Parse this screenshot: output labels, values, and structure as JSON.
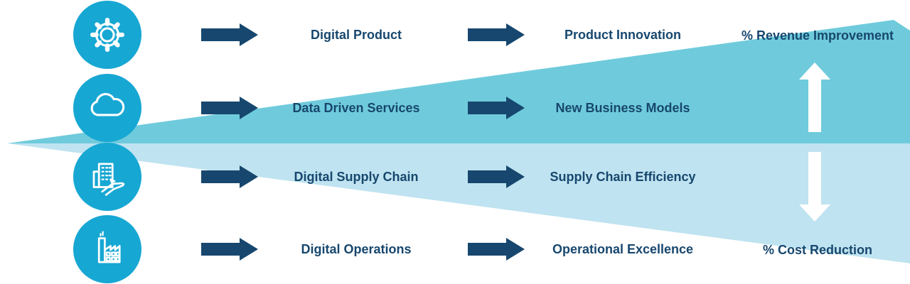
{
  "colors": {
    "cyan": "#17A7D3",
    "navy": "#17476E",
    "wedge_top": "#6FCBDC",
    "wedge_bottom": "#BFE3F0",
    "arrow_white": "#FFFFFF"
  },
  "rows": [
    {
      "icon": "gear-icon",
      "source_label": "Digital Product",
      "outcome_label": "Product Innovation"
    },
    {
      "icon": "cloud-icon",
      "source_label": "Data Driven Services",
      "outcome_label": "New Business Models"
    },
    {
      "icon": "building-plane-icon",
      "source_label": "Digital Supply Chain",
      "outcome_label": "Supply Chain Efficiency"
    },
    {
      "icon": "factory-icon",
      "source_label": "Digital Operations",
      "outcome_label": "Operational Excellence"
    }
  ],
  "right_panel": {
    "revenue_label": "% Revenue Improvement",
    "cost_label": "% Cost Reduction"
  }
}
